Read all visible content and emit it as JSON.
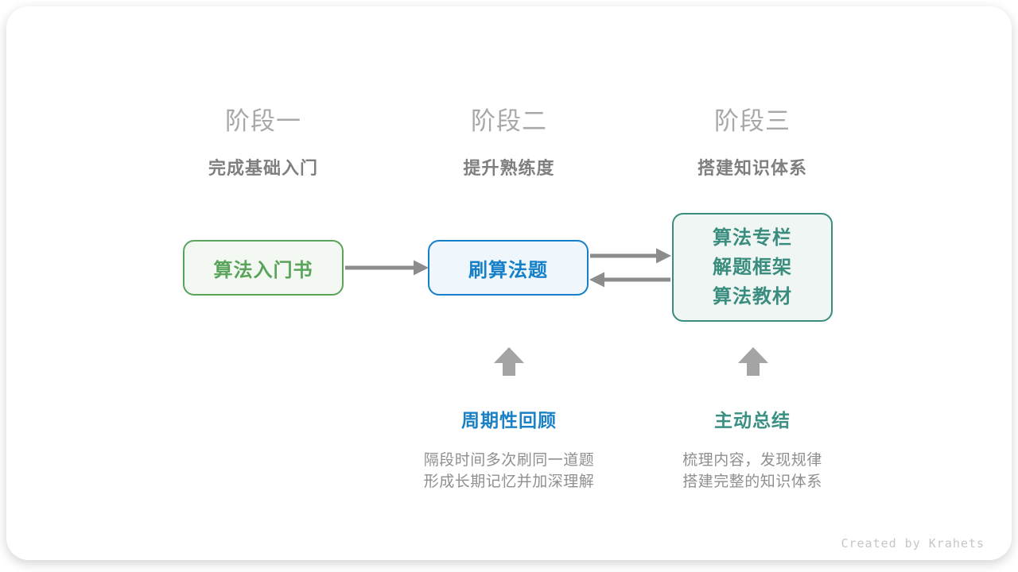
{
  "colors": {
    "stage_title": "#a8a8a8",
    "stage_subtitle": "#7f7f7f",
    "green": "#5aa35a",
    "green_fill": "#f3f8f3",
    "blue": "#1580c9",
    "blue_fill": "#eff6fc",
    "teal": "#3a8d7e",
    "teal_fill": "#eff6f3",
    "label_blue": "#1a81c6",
    "label_teal": "#3a9183",
    "arrow_gray": "#8c8c8c",
    "block_arrow_gray": "#a4a4a4",
    "desc_gray": "#8f8f8f",
    "credit_gray": "#c6c6c6"
  },
  "stages": [
    {
      "title": "阶段一",
      "subtitle": "完成基础入门"
    },
    {
      "title": "阶段二",
      "subtitle": "提升熟练度"
    },
    {
      "title": "阶段三",
      "subtitle": "搭建知识体系"
    }
  ],
  "nodes": [
    {
      "label": "算法入门书"
    },
    {
      "label": "刷算法题"
    },
    {
      "lines": [
        "算法专栏",
        "解题框架",
        "算法教材"
      ]
    }
  ],
  "annotations": [
    {
      "label": "周期性回顾",
      "desc_lines": [
        "隔段时间多次刷同一道题",
        "形成长期记忆并加深理解"
      ]
    },
    {
      "label": "主动总结",
      "desc_lines": [
        "梳理内容，发现规律",
        "搭建完整的知识体系"
      ]
    }
  ],
  "credit": "Created by Krahets"
}
